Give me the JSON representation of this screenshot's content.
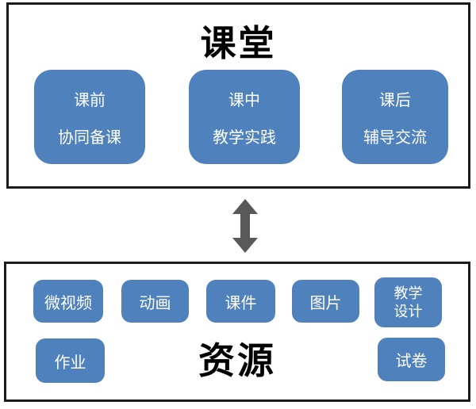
{
  "top_section": {
    "title": "课堂",
    "boxes": [
      {
        "lines": [
          "课前",
          "协同备课"
        ]
      },
      {
        "lines": [
          "课中",
          "教学实践"
        ]
      },
      {
        "lines": [
          "课后",
          "辅导交流"
        ]
      }
    ]
  },
  "connector": {
    "icon": "up-down-arrow"
  },
  "bottom_section": {
    "title": "资源",
    "row1_boxes": [
      {
        "lines": [
          "微视频"
        ]
      },
      {
        "lines": [
          "动画"
        ]
      },
      {
        "lines": [
          "课件"
        ]
      },
      {
        "lines": [
          "图片"
        ]
      },
      {
        "lines": [
          "教学",
          "设计"
        ]
      }
    ],
    "row2_boxes": [
      {
        "lines": [
          "作业"
        ]
      },
      {
        "lines": [
          "试卷"
        ]
      }
    ]
  },
  "colors": {
    "box_blue": "#4f81bd",
    "arrow_gray": "#595959",
    "border_black": "#1b1b1b",
    "text_white": "#ffffff",
    "title_black": "#000000"
  }
}
